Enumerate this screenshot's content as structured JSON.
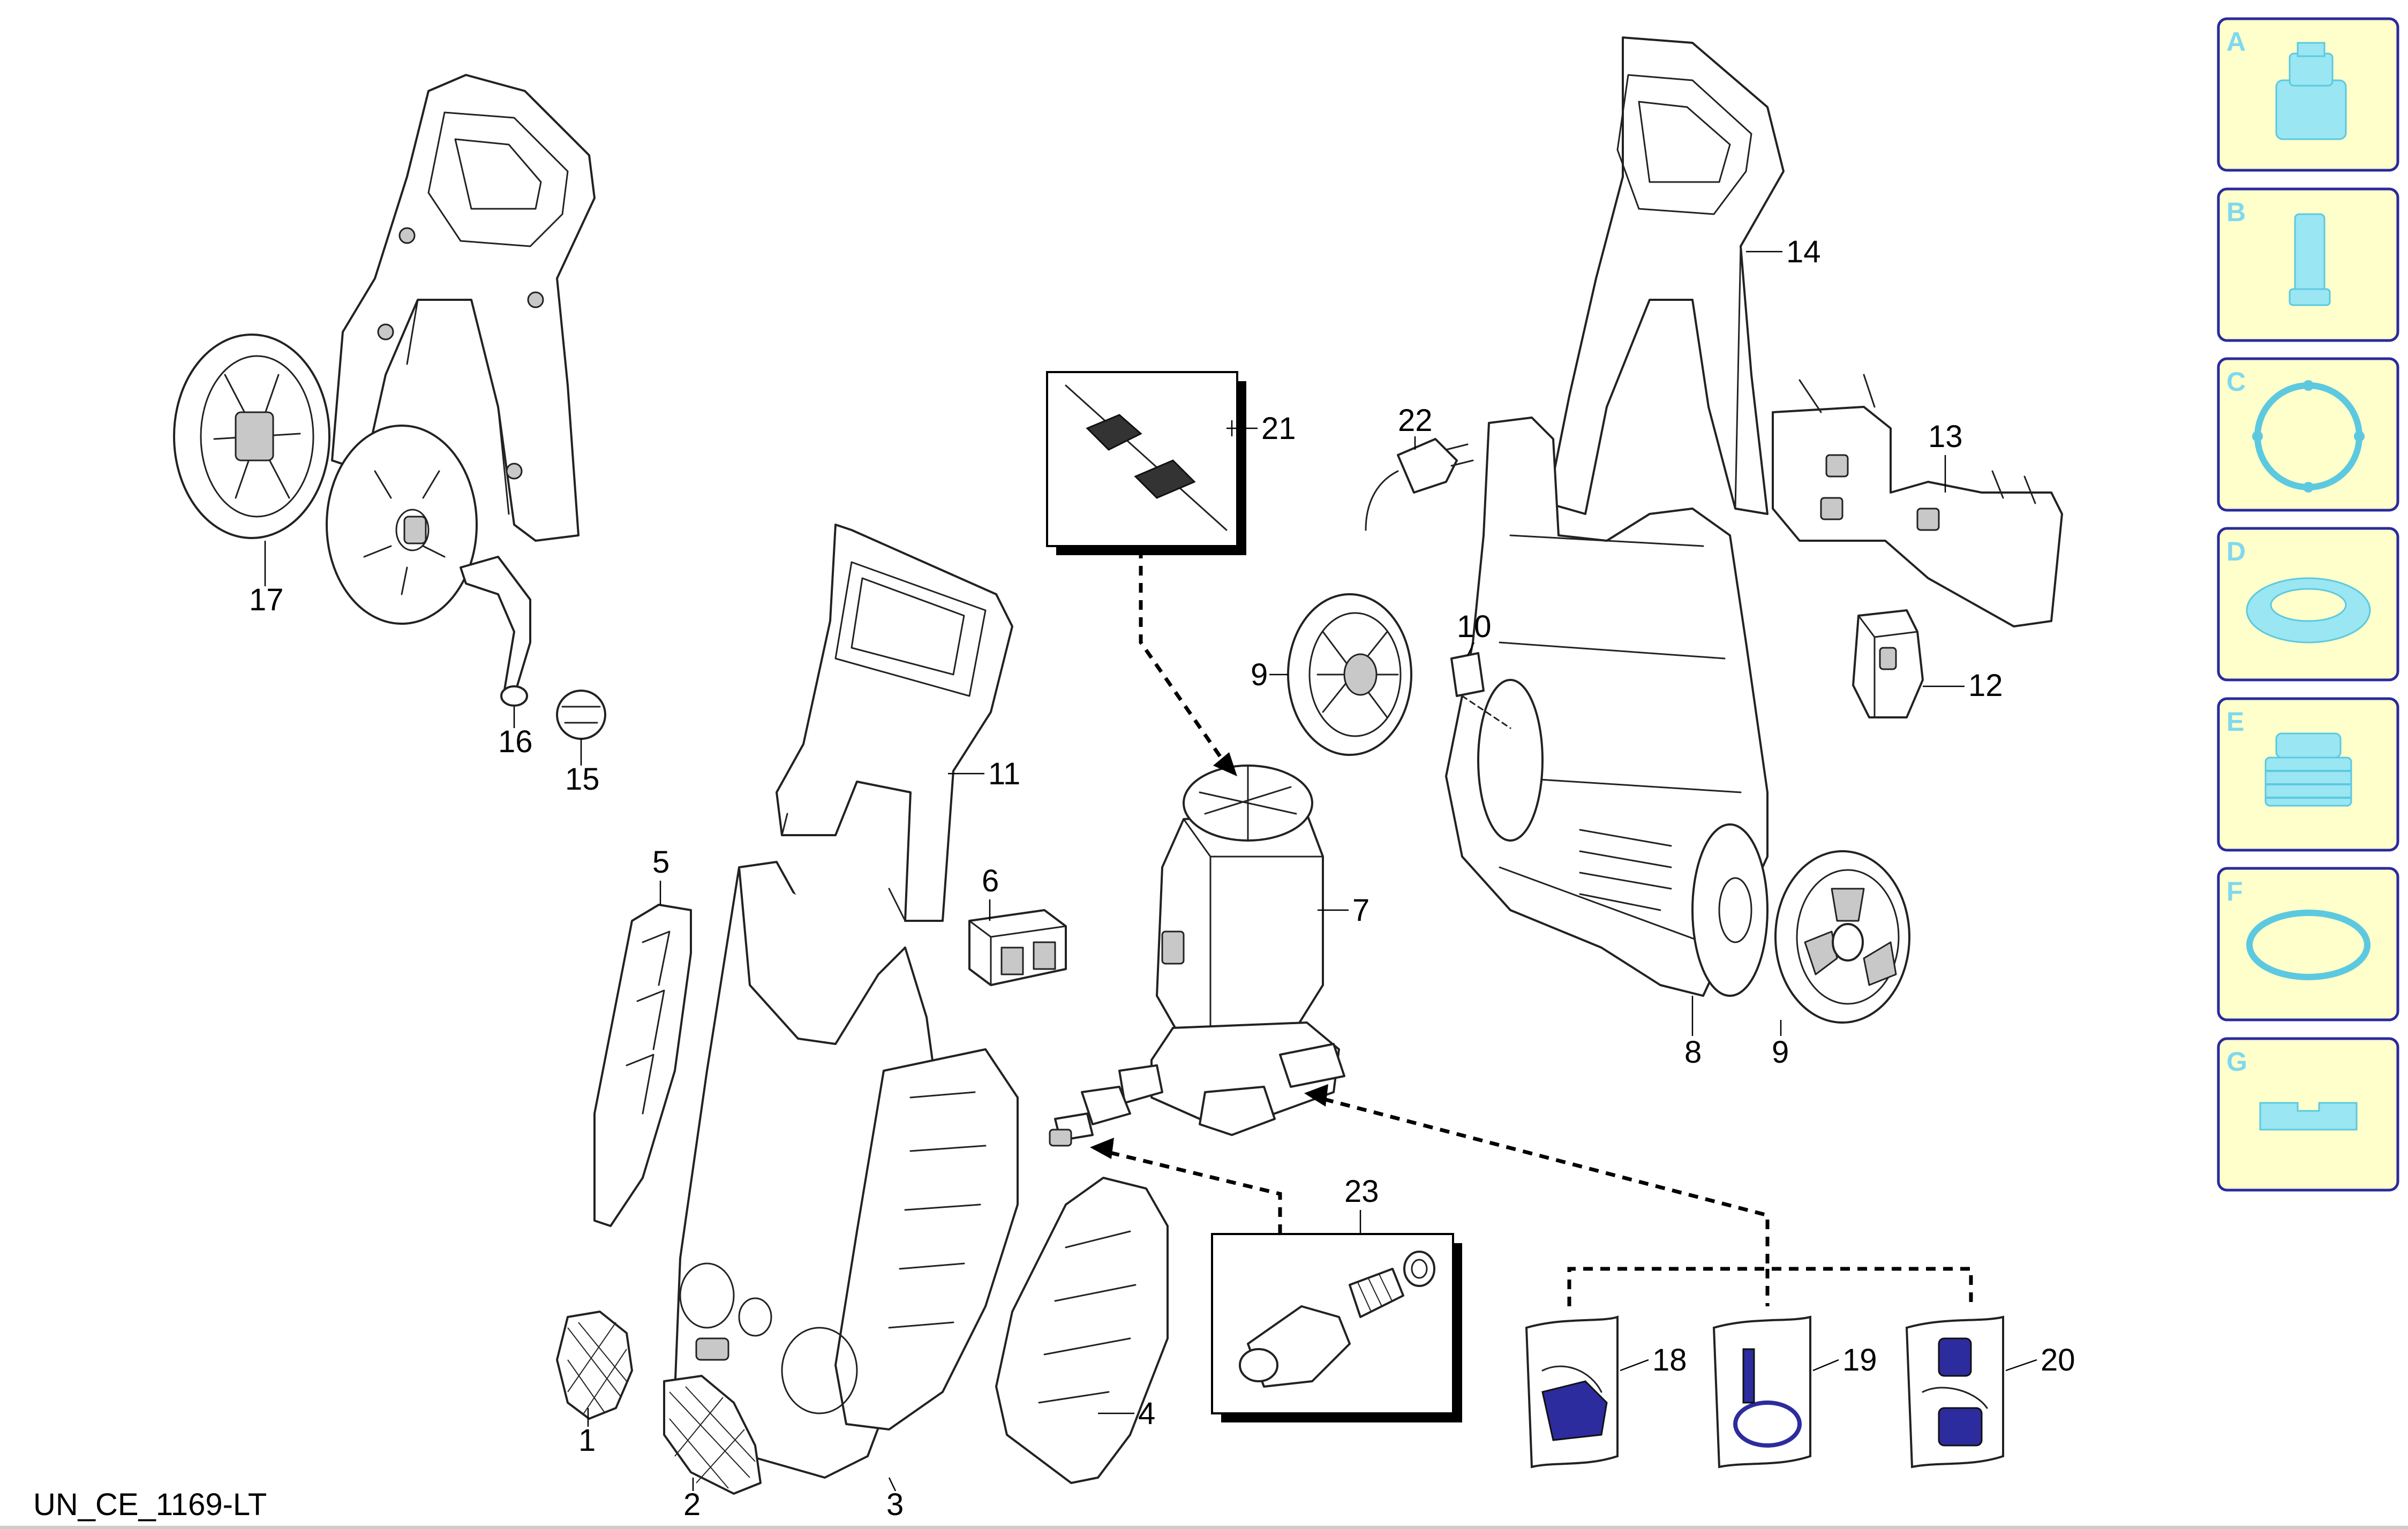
{
  "drawing_code": "UN_CE_1169-LT",
  "part_labels": [
    "1",
    "2",
    "3",
    "4",
    "5",
    "6",
    "7",
    "8",
    "9",
    "9",
    "10",
    "11",
    "12",
    "13",
    "14",
    "15",
    "16",
    "17",
    "18",
    "19",
    "20",
    "21",
    "22",
    "23"
  ],
  "side_panel": [
    {
      "letter": "A",
      "icon": "nozzle-cap-icon"
    },
    {
      "letter": "B",
      "icon": "cylinder-pin-icon"
    },
    {
      "letter": "C",
      "icon": "ring-gasket-icon"
    },
    {
      "letter": "D",
      "icon": "flat-seal-icon"
    },
    {
      "letter": "E",
      "icon": "threaded-connector-icon"
    },
    {
      "letter": "F",
      "icon": "o-ring-icon"
    },
    {
      "letter": "G",
      "icon": "clip-bracket-icon"
    }
  ],
  "colors": {
    "side_fill": "#ffffcc",
    "side_border": "#2a2a9e",
    "side_icon": "#9ae6f2",
    "kit_blue": "#2c2c9e"
  }
}
